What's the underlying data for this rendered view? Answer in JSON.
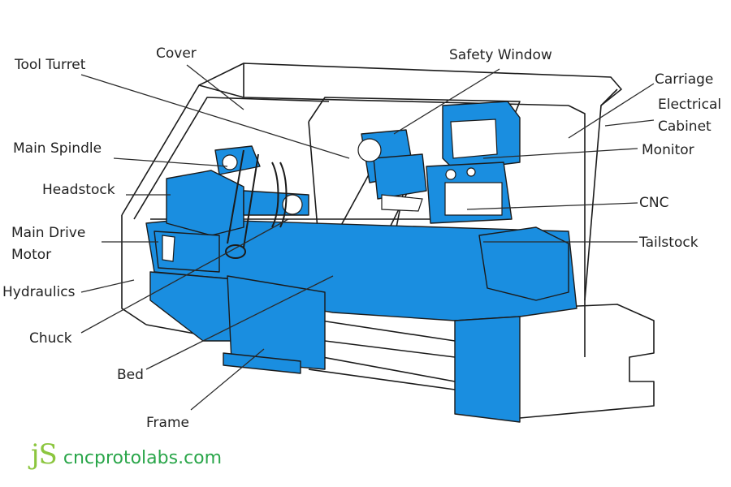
{
  "labels": {
    "tool_turret": "Tool Turret",
    "cover": "Cover",
    "safety_window": "Safety Window",
    "carriage": "Carriage",
    "electrical_cabinet_1": "Electrical",
    "electrical_cabinet_2": "Cabinet",
    "monitor": "Monitor",
    "main_spindle": "Main Spindle",
    "headstock": "Headstock",
    "main_drive_motor_1": "Main Drive",
    "main_drive_motor_2": "Motor",
    "cnc": "CNC",
    "tailstock": "Tailstock",
    "hydraulics": "Hydraulics",
    "chuck": "Chuck",
    "bed": "Bed",
    "frame": "Frame"
  },
  "brand": {
    "logo": "jS",
    "text": "cncprotolabs.com"
  },
  "colors": {
    "machine_blue": "#1a8ee0",
    "outline": "#1b1b1b",
    "leader": "#2b2b2b",
    "brand_green": "#2aa64a",
    "logo_green": "#8cc63f"
  }
}
